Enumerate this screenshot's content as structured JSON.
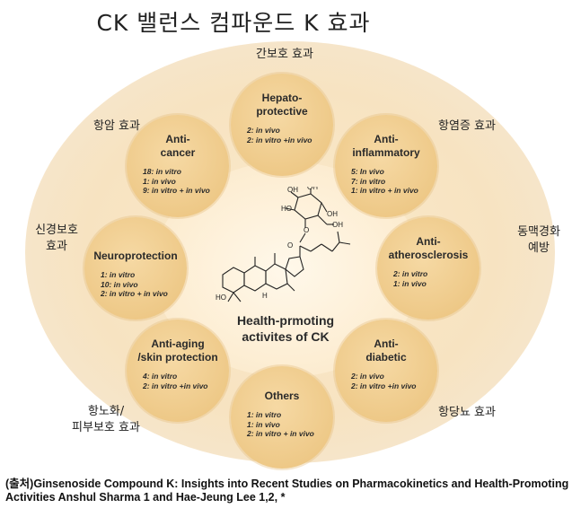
{
  "title": "CK  밸런스 컴파운드 K 효과",
  "center_label": "Health-prmoting\nactivites of CK",
  "nodes": [
    {
      "key": "hepato",
      "title": "Hepato-\nprotective",
      "lines": [
        "2: in vivo",
        "2: in vitro +in vivo"
      ],
      "korean": "간보호 효과"
    },
    {
      "key": "antiinflammatory",
      "title": "Anti-\ninflammatory",
      "lines": [
        "5: In vivo",
        "7: in vitro",
        "1: in vitro + in vivo"
      ],
      "korean": "항염증 효과"
    },
    {
      "key": "antiatherosclerosis",
      "title": "Anti-\natherosclerosis",
      "lines": [
        "2: in vitro",
        "1: in vivo"
      ],
      "korean": "동맥경화\n예방"
    },
    {
      "key": "antidiabetic",
      "title": "Anti-\ndiabetic",
      "lines": [
        "2: in vivo",
        "2: in vitro +in vivo"
      ],
      "korean": "항당뇨 효과"
    },
    {
      "key": "others",
      "title": "Others",
      "lines": [
        "1: in vitro",
        "1: in vivo",
        "2: in vitro + in vivo"
      ],
      "korean": ""
    },
    {
      "key": "antiaging",
      "title": "Anti-aging\n/skin protection",
      "lines": [
        "4: in vitro",
        "2: in vitro +in vivo"
      ],
      "korean": "항노화/\n피부보호 효과"
    },
    {
      "key": "neuroprotection",
      "title": "Neuroprotection",
      "lines": [
        "1: in vitro",
        "10: in vivo",
        "2: in vitro + in vivo"
      ],
      "korean": "신경보호\n효과"
    },
    {
      "key": "anticancer",
      "title": "Anti-\ncancer",
      "lines": [
        "18: in vitro",
        "1: in vivo",
        "9: in vitro + in vivo"
      ],
      "korean": "항암 효과"
    }
  ],
  "source": "(출처)Ginsenoside Compound K: Insights into Recent Studies on Pharmacokinetics and Health-Promoting Activities Anshul Sharma 1 and Hae-Jeung Lee 1,2, *",
  "molecule_atoms": {
    "o1": "O",
    "o2": "O",
    "oh1": "OH",
    "oh2": "OH",
    "oh3": "OH",
    "ho1": "HO",
    "oh4": "OH",
    "ho2": "HO",
    "h": "H"
  }
}
